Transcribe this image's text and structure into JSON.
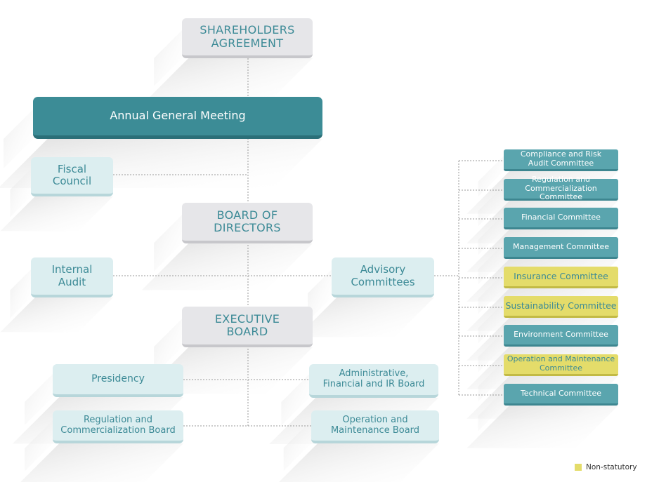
{
  "colors": {
    "primary": "#3c8c96",
    "light": "#dceef0",
    "grey": "#e6e6e9",
    "committee": "#5aa5ae",
    "non_statutory": "#e4dc6a",
    "connector": "#9a9a9a"
  },
  "nodes": {
    "shareholders": "SHAREHOLDERS\nAGREEMENT",
    "agm": "Annual General Meeting",
    "fiscal_council": "Fiscal\nCouncil",
    "board_of_directors": "BOARD OF\nDIRECTORS",
    "internal_audit": "Internal\nAudit",
    "advisory_committees": "Advisory\nCommittees",
    "executive_board": "EXECUTIVE\nBOARD",
    "presidency": "Presidency",
    "admin_board": "Administrative,\nFinancial and IR Board",
    "regulation_board": "Regulation and\nCommercialization Board",
    "operation_board": "Operation and\nMaintenance Board"
  },
  "committees": [
    {
      "label": "Compliance and Risk\nAudit Committee",
      "non_statutory": false
    },
    {
      "label": "Regulation and\nCommercialization Committee",
      "non_statutory": false
    },
    {
      "label": "Financial Committee",
      "non_statutory": false
    },
    {
      "label": "Management Committee",
      "non_statutory": false
    },
    {
      "label": "Insurance Committee",
      "non_statutory": true
    },
    {
      "label": "Sustainability Committee",
      "non_statutory": true
    },
    {
      "label": "Environment Committee",
      "non_statutory": false
    },
    {
      "label": "Operation and Maintenance\nCommittee",
      "non_statutory": true
    },
    {
      "label": "Technical Committee",
      "non_statutory": false
    }
  ],
  "legend": {
    "non_statutory_label": "Non-statutory"
  }
}
